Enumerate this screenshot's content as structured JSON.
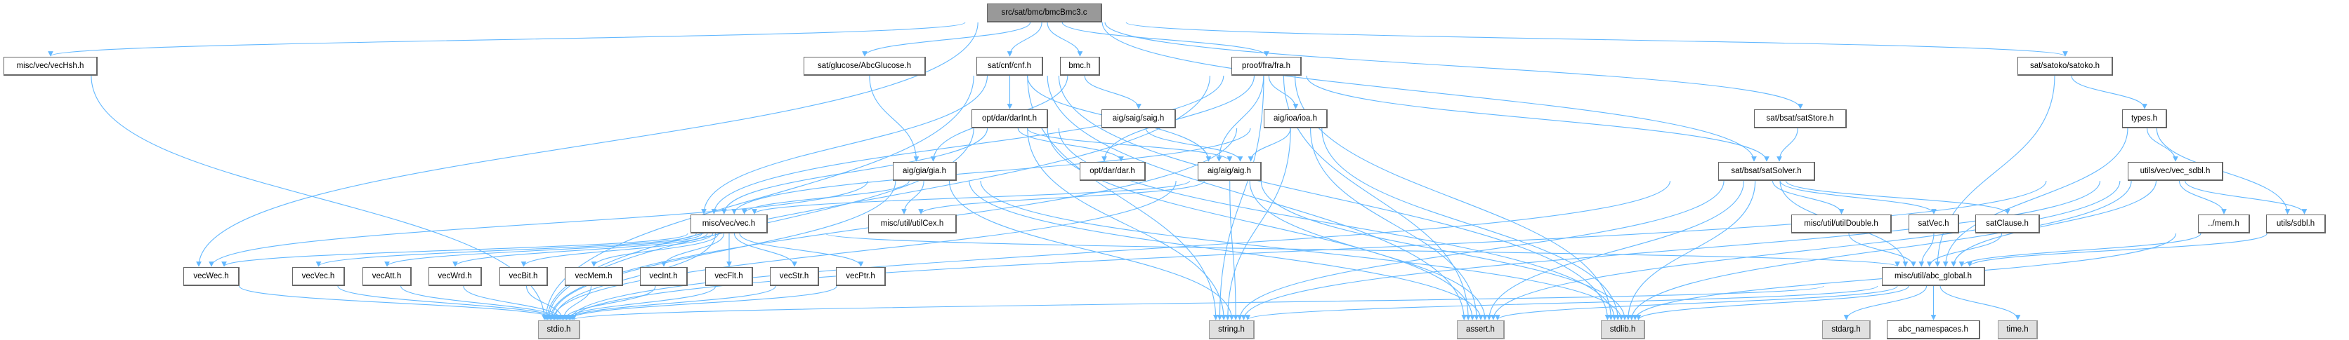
{
  "graph": {
    "title": "src/sat/bmc/bmcBmc3.c",
    "nodes": {
      "root": "src/sat/bmc/bmcBmc3.c",
      "vecHsh": "misc/vec/vecHsh.h",
      "glucose": "sat/glucose/AbcGlucose.h",
      "cnf": "sat/cnf/cnf.h",
      "bmc": "bmc.h",
      "fra": "proof/fra/fra.h",
      "satoko": "sat/satoko/satoko.h",
      "darInt": "opt/dar/darInt.h",
      "saig": "aig/saig/saig.h",
      "ioa": "aig/ioa/ioa.h",
      "satStore": "sat/bsat/satStore.h",
      "types": "types.h",
      "gia": "aig/gia/gia.h",
      "dar": "opt/dar/dar.h",
      "aig": "aig/aig/aig.h",
      "satSolver": "sat/bsat/satSolver.h",
      "vecSdbl": "utils/vec/vec_sdbl.h",
      "vec": "misc/vec/vec.h",
      "utilCex": "misc/util/utilCex.h",
      "utilDouble": "misc/util/utilDouble.h",
      "satVec": "satVec.h",
      "satClause": "satClause.h",
      "mem": "../mem.h",
      "sdbl": "utils/sdbl.h",
      "vecWec": "vecWec.h",
      "vecVec": "vecVec.h",
      "vecAtt": "vecAtt.h",
      "vecWrd": "vecWrd.h",
      "vecBit": "vecBit.h",
      "vecMem": "vecMem.h",
      "vecInt": "vecInt.h",
      "vecFlt": "vecFlt.h",
      "vecStr": "vecStr.h",
      "vecPtr": "vecPtr.h",
      "abcGlobal": "misc/util/abc_global.h",
      "stdio": "stdio.h",
      "string": "string.h",
      "assert": "assert.h",
      "stdlib": "stdlib.h",
      "stdarg": "stdarg.h",
      "abcNamespaces": "abc_namespaces.h",
      "time": "time.h"
    },
    "edges": [
      [
        "root",
        "vecHsh"
      ],
      [
        "root",
        "vecWec"
      ],
      [
        "root",
        "glucose"
      ],
      [
        "root",
        "cnf"
      ],
      [
        "root",
        "bmc"
      ],
      [
        "root",
        "fra"
      ],
      [
        "root",
        "satStore"
      ],
      [
        "root",
        "satSolver"
      ],
      [
        "root",
        "satoko"
      ],
      [
        "vecHsh",
        "stdio"
      ],
      [
        "glucose",
        "gia"
      ],
      [
        "cnf",
        "vec"
      ],
      [
        "cnf",
        "darInt"
      ],
      [
        "cnf",
        "aig"
      ],
      [
        "cnf",
        "stdio"
      ],
      [
        "cnf",
        "string"
      ],
      [
        "cnf",
        "assert"
      ],
      [
        "cnf",
        "stdlib"
      ],
      [
        "bmc",
        "saig"
      ],
      [
        "bmc",
        "gia"
      ],
      [
        "fra",
        "vec"
      ],
      [
        "fra",
        "aig"
      ],
      [
        "fra",
        "dar"
      ],
      [
        "fra",
        "ioa"
      ],
      [
        "fra",
        "satSolver"
      ],
      [
        "fra",
        "string"
      ],
      [
        "fra",
        "assert"
      ],
      [
        "fra",
        "stdlib"
      ],
      [
        "fra",
        "stdio"
      ],
      [
        "darInt",
        "dar"
      ],
      [
        "darInt",
        "aig"
      ],
      [
        "darInt",
        "vec"
      ],
      [
        "darInt",
        "stdio"
      ],
      [
        "darInt",
        "stdlib"
      ],
      [
        "darInt",
        "string"
      ],
      [
        "darInt",
        "assert"
      ],
      [
        "saig",
        "aig"
      ],
      [
        "ioa",
        "aig"
      ],
      [
        "ioa",
        "vec"
      ],
      [
        "ioa",
        "stdio"
      ],
      [
        "ioa",
        "string"
      ],
      [
        "ioa",
        "assert"
      ],
      [
        "ioa",
        "stdlib"
      ],
      [
        "gia",
        "vec"
      ],
      [
        "gia",
        "utilCex"
      ],
      [
        "gia",
        "stdio"
      ],
      [
        "gia",
        "stdlib"
      ],
      [
        "gia",
        "string"
      ],
      [
        "gia",
        "assert"
      ],
      [
        "gia",
        "vecWec"
      ],
      [
        "aig",
        "vec"
      ],
      [
        "aig",
        "utilCex"
      ],
      [
        "aig",
        "stdio"
      ],
      [
        "aig",
        "stdlib"
      ],
      [
        "aig",
        "string"
      ],
      [
        "aig",
        "assert"
      ],
      [
        "vec",
        "vecWec"
      ],
      [
        "vec",
        "vecVec"
      ],
      [
        "vec",
        "vecAtt"
      ],
      [
        "vec",
        "vecWrd"
      ],
      [
        "vec",
        "vecBit"
      ],
      [
        "vec",
        "vecMem"
      ],
      [
        "vec",
        "vecInt"
      ],
      [
        "vec",
        "vecFlt"
      ],
      [
        "vec",
        "vecStr"
      ],
      [
        "vec",
        "vecPtr"
      ],
      [
        "vec",
        "abcGlobal"
      ],
      [
        "vec",
        "stdio"
      ],
      [
        "vecWec",
        "stdio"
      ],
      [
        "vecVec",
        "stdio"
      ],
      [
        "vecAtt",
        "stdio"
      ],
      [
        "vecWrd",
        "stdio"
      ],
      [
        "vecBit",
        "stdio"
      ],
      [
        "vecMem",
        "stdio"
      ],
      [
        "vecInt",
        "stdio"
      ],
      [
        "vecFlt",
        "stdio"
      ],
      [
        "vecStr",
        "stdio"
      ],
      [
        "vecPtr",
        "stdio"
      ],
      [
        "satStore",
        "satSolver"
      ],
      [
        "satSolver",
        "utilDouble"
      ],
      [
        "satSolver",
        "satVec"
      ],
      [
        "satSolver",
        "satClause"
      ],
      [
        "satSolver",
        "abcGlobal"
      ],
      [
        "satSolver",
        "stdio"
      ],
      [
        "satSolver",
        "stdlib"
      ],
      [
        "satSolver",
        "string"
      ],
      [
        "satSolver",
        "assert"
      ],
      [
        "utilDouble",
        "abcGlobal"
      ],
      [
        "satVec",
        "abcGlobal"
      ],
      [
        "satClause",
        "abcGlobal"
      ],
      [
        "satoko",
        "types"
      ],
      [
        "satoko",
        "abcGlobal"
      ],
      [
        "types",
        "vecSdbl"
      ],
      [
        "types",
        "sdbl"
      ],
      [
        "types",
        "abcGlobal"
      ],
      [
        "vecSdbl",
        "mem"
      ],
      [
        "vecSdbl",
        "sdbl"
      ],
      [
        "vecSdbl",
        "abcGlobal"
      ],
      [
        "vecSdbl",
        "stdio"
      ],
      [
        "vecSdbl",
        "stdlib"
      ],
      [
        "vecSdbl",
        "string"
      ],
      [
        "vecSdbl",
        "assert"
      ],
      [
        "mem",
        "abcGlobal"
      ],
      [
        "mem",
        "stdlib"
      ],
      [
        "sdbl",
        "abcGlobal"
      ],
      [
        "abcGlobal",
        "stdio"
      ],
      [
        "abcGlobal",
        "stdlib"
      ],
      [
        "abcGlobal",
        "string"
      ],
      [
        "abcGlobal",
        "assert"
      ],
      [
        "abcGlobal",
        "stdarg"
      ],
      [
        "abcGlobal",
        "abcNamespaces"
      ],
      [
        "abcGlobal",
        "time"
      ]
    ]
  },
  "colors": {
    "edge": "#63b8ff",
    "root_fill": "#999999",
    "system_fill": "#e0e0e0"
  }
}
